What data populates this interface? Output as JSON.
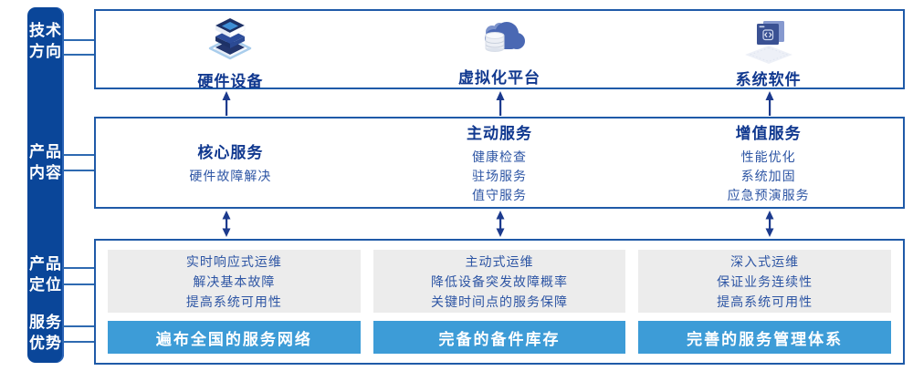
{
  "colors": {
    "sidebar_blue": "#0a4699",
    "border_blue": "#1f5aa8",
    "heading_blue": "#10388f",
    "body_blue": "#2d55a4",
    "bar_blue": "#3d9cd7",
    "gray_panel": "#ececec",
    "arrow_blue": "#1c3a8d"
  },
  "sidebar": {
    "labels": [
      {
        "line1": "技术",
        "line2": "方向"
      },
      {
        "line1": "产品",
        "line2": "内容"
      },
      {
        "line1": "产品",
        "line2": "定位"
      },
      {
        "line1": "服务",
        "line2": "优势"
      }
    ]
  },
  "tech_row": {
    "items": [
      {
        "icon": "server-stack-icon",
        "label": "硬件设备"
      },
      {
        "icon": "cloud-database-icon",
        "label": "虚拟化平台"
      },
      {
        "icon": "software-window-icon",
        "label": "系统软件"
      }
    ]
  },
  "content_row": {
    "columns": [
      {
        "heading": "核心服务",
        "items": [
          "硬件故障解决"
        ]
      },
      {
        "heading": "主动服务",
        "items": [
          "健康检查",
          "驻场服务",
          "值守服务"
        ]
      },
      {
        "heading": "增值服务",
        "items": [
          "性能优化",
          "系统加固",
          "应急预演服务"
        ]
      }
    ]
  },
  "position_row": {
    "columns": [
      {
        "points": [
          "实时响应式运维",
          "解决基本故障",
          "提高系统可用性"
        ],
        "advantage": "遍布全国的服务网络"
      },
      {
        "points": [
          "主动式运维",
          "降低设备突发故障概率",
          "关键时间点的服务保障"
        ],
        "advantage": "完备的备件库存"
      },
      {
        "points": [
          "深入式运维",
          "保证业务连续性",
          "提高系统可用性"
        ],
        "advantage": "完善的服务管理体系"
      }
    ]
  }
}
